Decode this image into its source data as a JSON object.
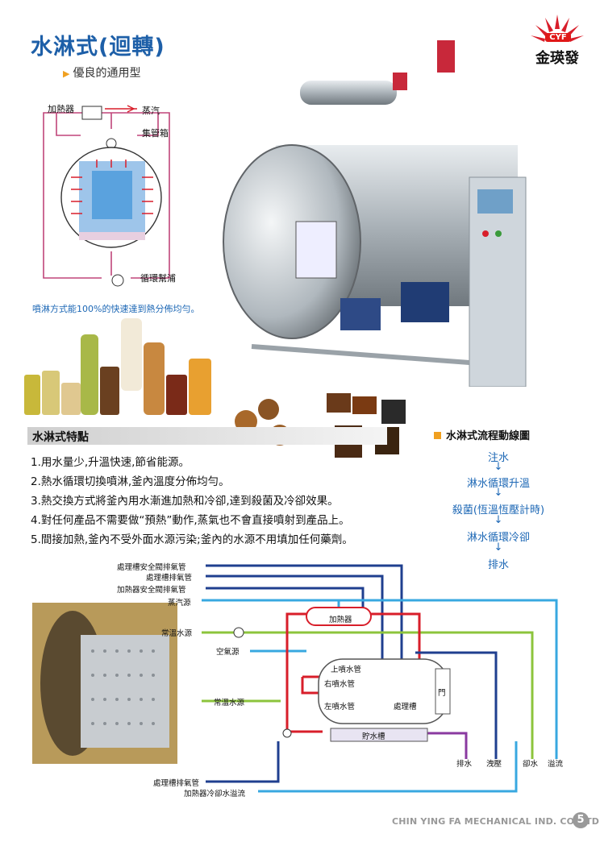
{
  "header": {
    "title": "水淋式(迴轉)",
    "subtitle": "優良的通用型",
    "logo_text": "金瑛發",
    "logo_badge": "CYF"
  },
  "diagram_top": {
    "heater": "加熱器",
    "steam": "蒸汽",
    "manifold": "集管箱",
    "pump": "循環幫浦",
    "note": "噴淋方式能100%的快速達到熱分佈均勻。"
  },
  "features": {
    "heading": "水淋式特點",
    "items": [
      "1.用水量少,升溫快速,節省能源。",
      "2.熱水循環切換噴淋,釜內溫度分佈均勻。",
      "3.熱交換方式將釜內用水漸進加熱和冷卻,達到殺菌及冷卻效果。",
      "4.對任何產品不需要做“預熱”動作,蒸氣也不會直接噴射到產品上。",
      "5.間接加熱,釜內不受外面水源污染;釜內的水源不用填加任何藥劑。"
    ]
  },
  "flow": {
    "heading": "水淋式流程動線圖",
    "steps": [
      "注水",
      "淋水循環升溫",
      "殺菌(恆溫恆壓計時)",
      "淋水循環冷卻",
      "排水"
    ],
    "arrow": "↓"
  },
  "piping": {
    "left_labels": [
      "處理槽安全閥排氣管",
      "處理槽排氣管",
      "加熱器安全閥排氣管",
      "蒸汽源",
      "常溫水源",
      "空氣源",
      "常溫水源"
    ],
    "bottom_labels": [
      "處理槽排氣管",
      "加熱器冷卻水溢流"
    ],
    "inner_labels": [
      "加熱器",
      "上噴水管",
      "右噴水管",
      "左噴水管",
      "處理槽",
      "貯水槽",
      "門"
    ],
    "outlets": [
      "排水",
      "洩壓",
      "卻水",
      "溢流"
    ]
  },
  "colors": {
    "blue_title": "#1d5fa8",
    "accent": "#f0a020",
    "red_pipe": "#d81e2a",
    "navy_pipe": "#1f3f8f",
    "cyan_pipe": "#38a8e0",
    "green_pipe": "#8cc43c",
    "purple_pipe": "#8a3aa0",
    "pink_pipe": "#c0457a"
  },
  "footer": {
    "company": "CHIN YING FA MECHANICAL IND. CO.,LTD",
    "page": "5"
  }
}
